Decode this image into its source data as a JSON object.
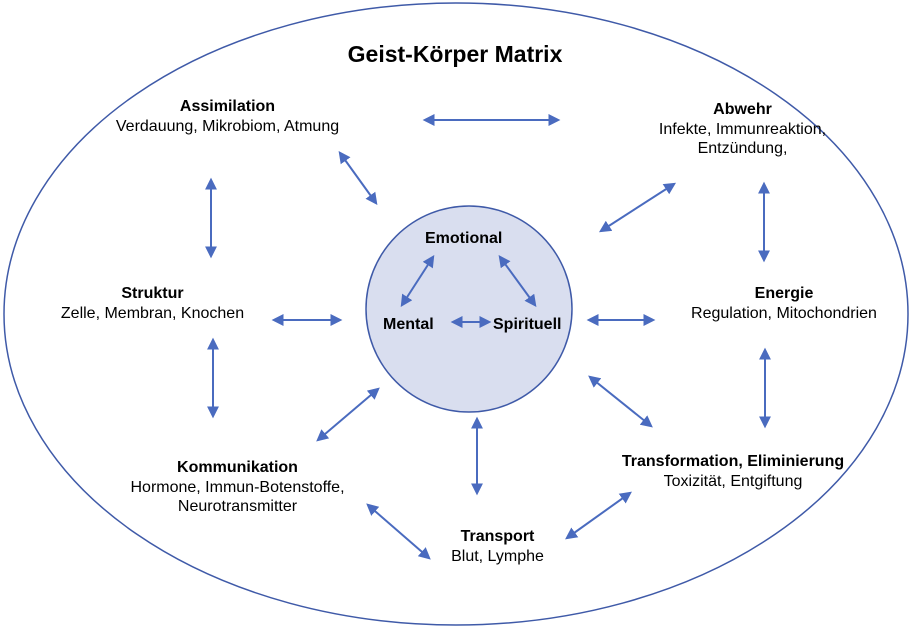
{
  "title": "Geist-Körper Matrix",
  "core": {
    "emotional": "Emotional",
    "mental": "Mental",
    "spirituell": "Spirituell"
  },
  "nodes": {
    "assimilation": {
      "title": "Assimilation",
      "lines": [
        "Verdauung, Mikrobiom, Atmung"
      ]
    },
    "abwehr": {
      "title": "Abwehr",
      "lines": [
        "Infekte, Immunreaktion,",
        "Entzündung,"
      ]
    },
    "struktur": {
      "title": "Struktur",
      "lines": [
        "Zelle, Membran, Knochen"
      ]
    },
    "energie": {
      "title": "Energie",
      "lines": [
        "Regulation, Mitochondrien"
      ]
    },
    "kommunikation": {
      "title": "Kommunikation",
      "lines": [
        "Hormone, Immun-Botenstoffe,",
        "Neurotransmitter"
      ]
    },
    "transformation": {
      "title": "Transformation, Eliminierung",
      "lines": [
        "Toxizität, Entgiftung"
      ]
    },
    "transport": {
      "title": "Transport",
      "lines": [
        "Blut, Lymphe"
      ]
    }
  },
  "colors": {
    "arrow": "#4a6bbf",
    "outline": "#3f5aa8",
    "circle_fill": "#d9deef",
    "circle_stroke": "#3f5aa8"
  }
}
